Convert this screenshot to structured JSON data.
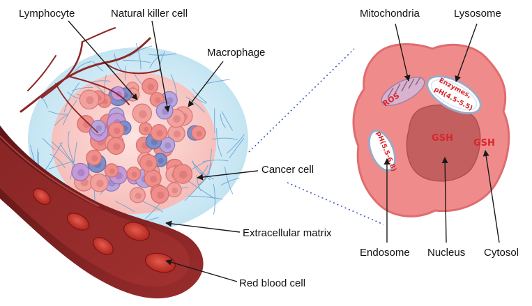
{
  "labels": {
    "lymphocyte": "Lymphocyte",
    "nk_cell": "Natural killer cell",
    "macrophage": "Macrophage",
    "cancer_cell": "Cancer cell",
    "ecm": "Extracellular matrix",
    "rbc": "Red blood cell",
    "mitochondria": "Mitochondria",
    "lysosome": "Lysosome",
    "endosome": "Endosome",
    "nucleus": "Nucleus",
    "cytosol": "Cytosol"
  },
  "inner_text": {
    "ros": "ROS",
    "lyso_line1": "Enzymes,",
    "lyso_line2": "pH(4.5-5.5)",
    "endo": "pH(5.5-6.8)",
    "gsh_nucleus": "GSH",
    "gsh_cytosol": "GSH"
  },
  "colors": {
    "vessel": "#8e2626",
    "rbc": "#c8362c",
    "ecm": "#cde9f4",
    "tumor_cell": "#ef9a98",
    "cell_membrane": "#e9777a",
    "nucleus": "#c05b5b",
    "text_red": "#d8262b"
  }
}
